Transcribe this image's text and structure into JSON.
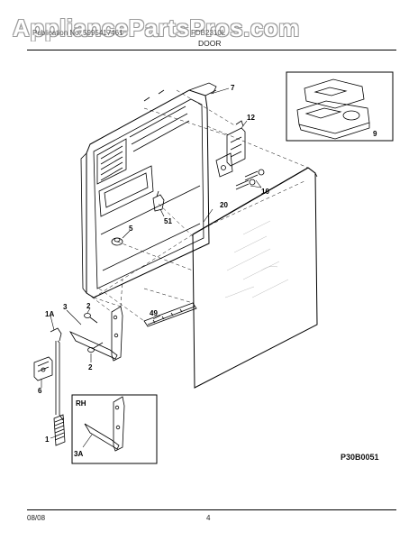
{
  "watermark": "AppliancePartsPros.com",
  "header": {
    "publication_line": "Publication No: 5995417461",
    "model_line": "FDB2310L",
    "section_title": "DOOR"
  },
  "diagram_code": "P30B0051",
  "footer": {
    "date": "08/08",
    "page": "4"
  },
  "callouts": {
    "door_liner": "7",
    "hinge_bracket": "12",
    "screws_10": "10",
    "outer_panel": "20",
    "clip_51": "51",
    "plug_5": "5",
    "screw_2a": "2",
    "hinge_3": "3",
    "seal_49": "49",
    "screw_2b": "2",
    "cable_1a": "1A",
    "cable_anchor_6": "6",
    "cable_1": "1",
    "rh_label": "RH",
    "hinge_3a": "3A",
    "dispenser_9": "9"
  }
}
